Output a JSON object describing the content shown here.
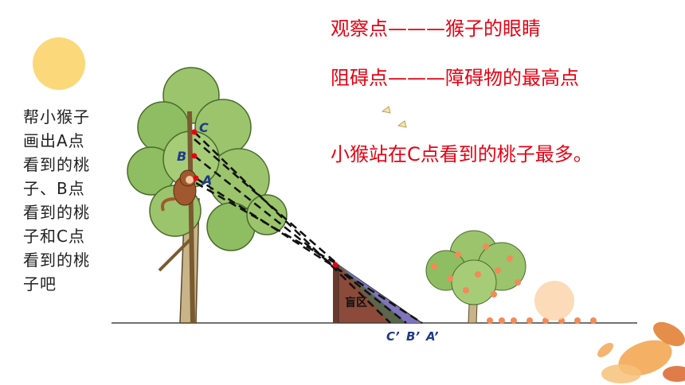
{
  "side_text": "帮小猴子画出A点看到的桃子、B点看到的桃子和C点看到的桃子吧",
  "observation_point": "观察点———猴子的眼睛",
  "obstacle_point": "阻碍点———障碍物的最高点",
  "conclusion": "小猴站在C点看到的桃子最多。",
  "points": {
    "A": "A",
    "B": "B",
    "C": "C"
  },
  "ground_points": {
    "C_prime": "C’",
    "B_prime": "B’",
    "A_prime": "A’"
  },
  "blind_zone": "盲区",
  "colors": {
    "red_text": "#e60012",
    "label_blue": "#1f3a8a",
    "wall": "#8b4a3a",
    "sun": "#fbd97a"
  }
}
